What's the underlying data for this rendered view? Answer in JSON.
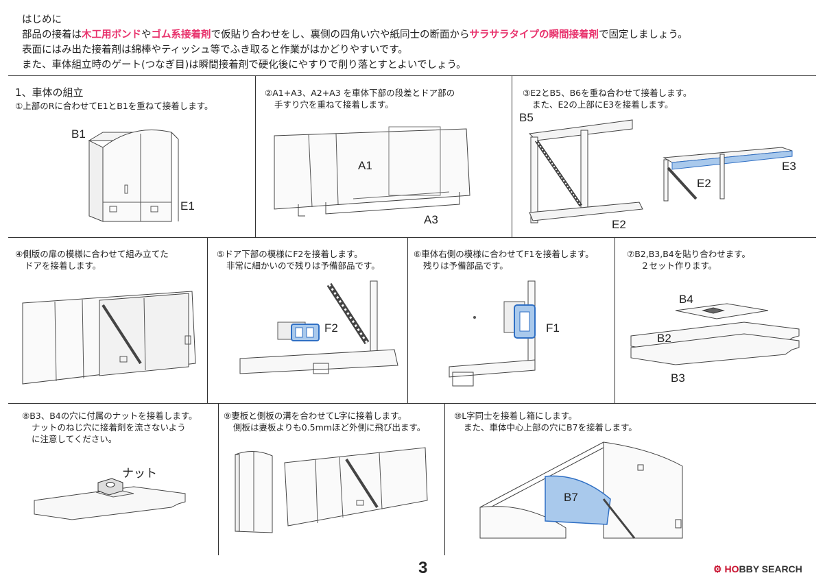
{
  "intro": {
    "line1": "はじめに",
    "line2": {
      "a": "部品の接着は",
      "b": "木工用ボンド",
      "c": "や",
      "d": "ゴム系接着剤",
      "e": "で仮貼り合わせをし、裏側の四角い穴や紙同士の断面から",
      "f": "サラサラタイプの瞬間接着剤",
      "g": "で固定しましょう。"
    },
    "line3": "表面にはみ出た接着剤は綿棒やティッシュ等でふき取ると作業がはかどりやすいです。",
    "line4": "また、車体組立時のゲート(つなぎ目)は瞬間接着剤で硬化後にやすりで削り落とすとよいでしょう。"
  },
  "section_title": "1、車体の組立",
  "steps": [
    {
      "id": "step1",
      "text1": "①上部のRに合わせてE1とB1を重ねて接着します。",
      "text2": "",
      "labels": [
        "B1",
        "E1"
      ]
    },
    {
      "id": "step2",
      "text1": "②A1+A3、A2+A3 を車体下部の段差とドア部の",
      "text2": "手すり穴を重ねて接着します。",
      "labels": [
        "A1",
        "A3"
      ]
    },
    {
      "id": "step3",
      "text1": "③E2とB5、B6を重ね合わせて接着します。",
      "text2": "また、E2の上部にE3を接着します。",
      "labels": [
        "B5",
        "E2",
        "E2",
        "E3"
      ]
    },
    {
      "id": "step4",
      "text1": "④側版の扉の模様に合わせて組み立てた",
      "text2": "ドアを接着します。",
      "labels": []
    },
    {
      "id": "step5",
      "text1": "⑤ドア下部の模様にF2を接着します。",
      "text2": "非常に細かいので残りは予備部品です。",
      "labels": [
        "F2"
      ]
    },
    {
      "id": "step6",
      "text1": "⑥車体右側の模様に合わせてF1を接着します。",
      "text2": "残りは予備部品です。",
      "labels": [
        "F1"
      ]
    },
    {
      "id": "step7",
      "text1": "⑦B2,B3,B4を貼り合わせます。",
      "text2": "２セット作ります。",
      "labels": [
        "B4",
        "B2",
        "B3"
      ]
    },
    {
      "id": "step8",
      "text1": "⑧B3、B4の穴に付属のナットを接着します。",
      "text2": "ナットのねじ穴に接着剤を流さないよう",
      "text3": "に注意してください。",
      "labels": [
        "ナット"
      ]
    },
    {
      "id": "step9",
      "text1": "⑨妻板と側板の溝を合わせてL字に接着します。",
      "text2": "側板は妻板よりも0.5mmほど外側に飛び出ます。",
      "labels": []
    },
    {
      "id": "step10",
      "text1": "⑩L字同士を接着し箱にします。",
      "text2": "また、車体中心上部の穴にB7を接着します。",
      "labels": [
        "B7"
      ]
    }
  ],
  "page_number": "3",
  "logo": {
    "mark": "⚙",
    "text_a": "H",
    "text_b": "BBY SEARCH",
    "full": "HOBBY SEARCH"
  },
  "colors": {
    "accent": "#e8336d",
    "part_blue": "#a9c9ec",
    "part_blue_edge": "#2f6fc4"
  }
}
